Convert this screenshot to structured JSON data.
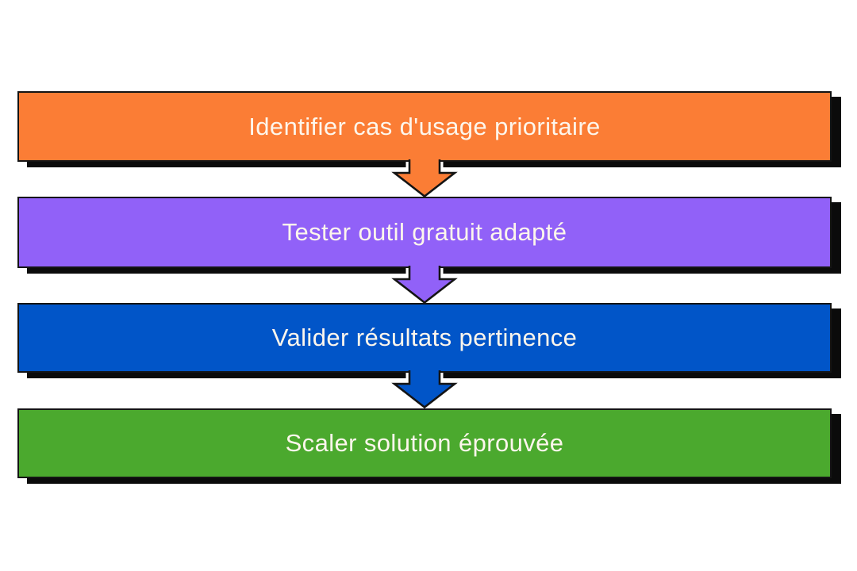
{
  "diagram": {
    "type": "flowchart-vertical",
    "background": "#FFFFFF",
    "text_color": "#FDF6EC",
    "outline_color": "#141414",
    "shadow_color": "#0B0B0B",
    "steps": [
      {
        "label": "Identifier cas d'usage prioritaire",
        "color": "#FB7D35"
      },
      {
        "label": "Tester outil gratuit adapté",
        "color": "#9161F8"
      },
      {
        "label": "Valider résultats pertinence",
        "color": "#0155C8"
      },
      {
        "label": "Scaler solution éprouvée",
        "color": "#4BA92E"
      }
    ],
    "connectors": [
      {
        "from": 0,
        "to": 1,
        "shape": "block-arrow-down"
      },
      {
        "from": 1,
        "to": 2,
        "shape": "block-arrow-down"
      },
      {
        "from": 2,
        "to": 3,
        "shape": "block-arrow-down"
      }
    ]
  }
}
